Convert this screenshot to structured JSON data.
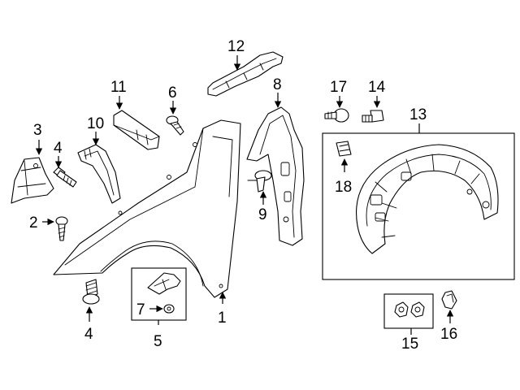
{
  "callouts": {
    "c1": "1",
    "c2": "2",
    "c3": "3",
    "c4a": "4",
    "c4b": "4",
    "c5": "5",
    "c6": "6",
    "c7": "7",
    "c8": "8",
    "c9": "9",
    "c10": "10",
    "c11": "11",
    "c12": "12",
    "c13": "13",
    "c14": "14",
    "c15": "15",
    "c16": "16",
    "c17": "17",
    "c18": "18"
  },
  "colors": {
    "line": "#000000",
    "background": "#ffffff"
  }
}
